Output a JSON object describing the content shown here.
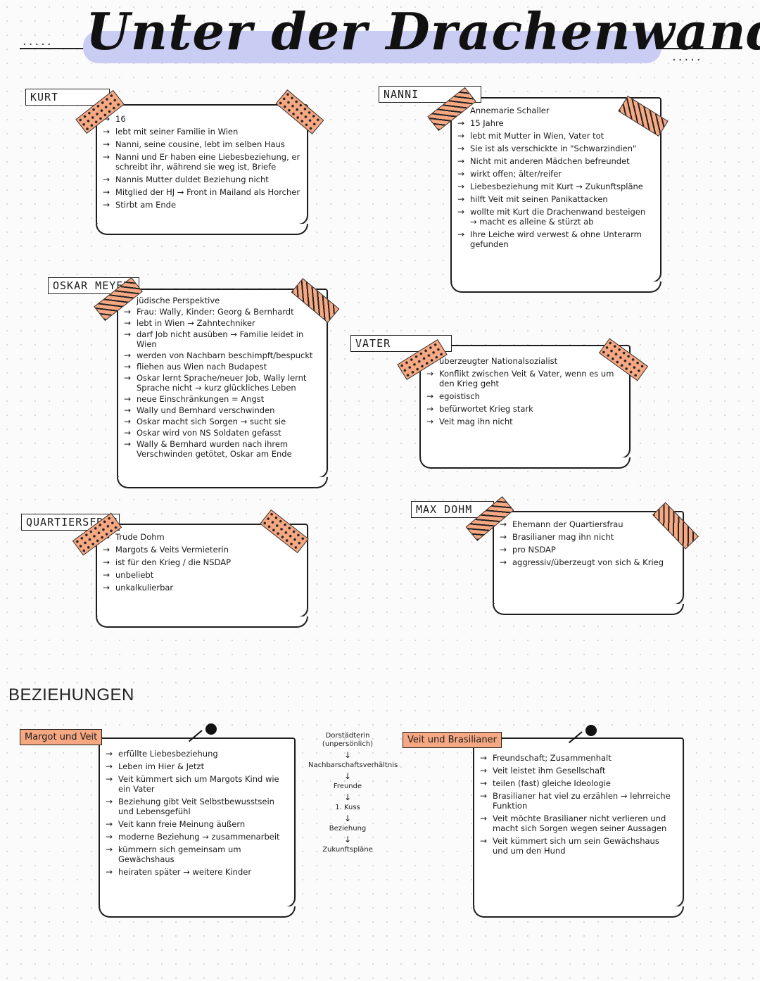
{
  "title": "Unter der Drachenwand",
  "characters": {
    "kurt": {
      "name": "KURT",
      "items": [
        "16",
        "lebt mit seiner Familie in Wien",
        "Nanni, seine cousine, lebt im selben Haus",
        "Nanni und Er haben eine Liebesbeziehung, er schreibt ihr, während sie weg ist, Briefe",
        "Nannis Mutter duldet Beziehung nicht",
        "Mitglied der HJ → Front in Mailand als Horcher",
        "Stirbt am Ende"
      ]
    },
    "nanni": {
      "name": "NANNI",
      "items": [
        "Annemarie Schaller",
        "15 Jahre",
        "lebt mit Mutter in Wien, Vater tot",
        "Sie ist als verschickte in \"Schwarzindien\"",
        "Nicht mit anderen Mädchen befreundet",
        "wirkt offen; älter/reifer",
        "Liebesbeziehung mit Kurt → Zukunftspläne",
        "hilft Veit mit seinen Panikattacken",
        "wollte mit Kurt die Drachenwand besteigen → macht es alleine & stürzt ab",
        "Ihre Leiche wird verwest & ohne Unterarm gefunden"
      ]
    },
    "oskar": {
      "name": "OSKAR MEYER",
      "items": [
        "jüdische Perspektive",
        "Frau: Wally, Kinder: Georg & Bernhardt",
        "lebt in Wien → Zahntechniker",
        "darf Job nicht ausüben → Familie leidet in Wien",
        "werden von Nachbarn beschimpft/bespuckt",
        "fliehen aus Wien nach Budapest",
        "Oskar lernt Sprache/neuer Job, Wally lernt Sprache nicht → kurz glückliches Leben",
        "neue Einschränkungen = Angst",
        "Wally und Bernhard verschwinden",
        "Oskar macht sich Sorgen → sucht sie",
        "Oskar wird von NS Soldaten gefasst",
        "Wally & Bernhard wurden nach ihrem Verschwinden getötet, Oskar am Ende"
      ]
    },
    "vater": {
      "name": "VATER",
      "items": [
        "überzeugter Nationalsozialist",
        "Konflikt zwischen Veit & Vater, wenn es um den Krieg geht",
        "egoistisch",
        "befürwortet Krieg stark",
        "Veit mag ihn nicht"
      ]
    },
    "quartiersfrau": {
      "name": "QUARTIERSFRAU",
      "items": [
        "Trude Dohm",
        "Margots & Veits Vermieterin",
        "ist für den Krieg / die NSDAP",
        "unbeliebt",
        "unkalkulierbar"
      ]
    },
    "maxdohm": {
      "name": "MAX DOHM",
      "items": [
        "Ehemann der Quartiersfrau",
        "Brasilianer mag ihn nicht",
        "pro NSDAP",
        "aggressiv/überzeugt von sich & Krieg"
      ]
    }
  },
  "relationships_heading": "BEZIEHUNGEN",
  "relationships": {
    "margot_veit": {
      "name": "Margot und Veit",
      "items": [
        "erfüllte Liebesbeziehung",
        "Leben im Hier & Jetzt",
        "Veit kümmert sich um Margots Kind wie ein Vater",
        "Beziehung gibt Veit Selbstbewusstsein und Lebensgefühl",
        "Veit kann freie Meinung äußern",
        "moderne Beziehung → zusammenarbeit",
        "kümmern sich gemeinsam um Gewächshaus",
        "heiraten später → weitere Kinder"
      ]
    },
    "flow": [
      "Dorstädterin (unpersönlich)",
      "Nachbarschaftsverhältnis",
      "Freunde",
      "1. Kuss",
      "Beziehung",
      "Zukunftspläne"
    ],
    "veit_brasilianer": {
      "name": "Veit und Brasilianer",
      "items": [
        "Freundschaft; Zusammenhalt",
        "Veit leistet ihm Gesellschaft",
        "teilen (fast) gleiche Ideologie",
        "Brasilianer hat viel zu erzählen → lehrreiche Funktion",
        "Veit möchte Brasilianer nicht verlieren und macht sich Sorgen wegen seiner Aussagen",
        "Veit kümmert sich um sein Gewächshaus und um den Hund"
      ]
    }
  },
  "colors": {
    "tape": "#f6a883",
    "highlight": "#c9cdf4",
    "ink": "#1b1b1b"
  },
  "icons": [
    "pushpin-icon",
    "washi-tape-icon"
  ]
}
